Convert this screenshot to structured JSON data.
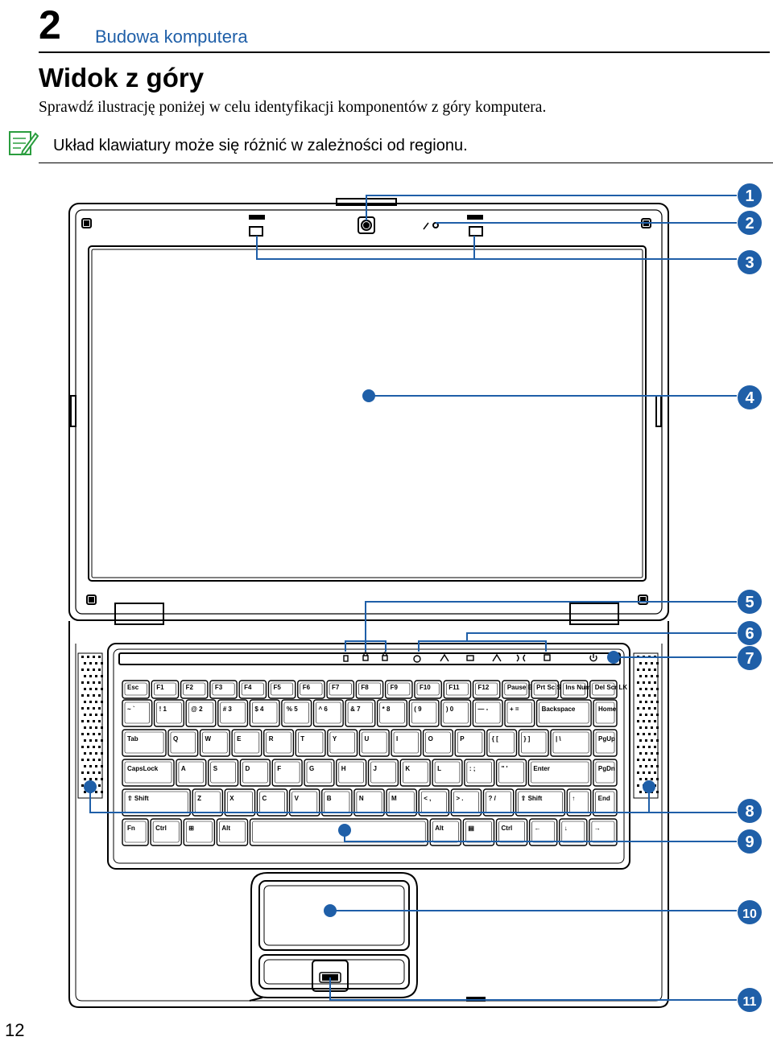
{
  "header": {
    "chapter_number": "2",
    "chapter_title": "Budowa komputera"
  },
  "section": {
    "title": "Widok z góry",
    "intro": "Sprawdź ilustrację poniżej w celu identyfikacji komponentów z góry komputera."
  },
  "note": {
    "icon": "pencil-note-icon",
    "text": "Układ klawiatury może się różnić w zależności od regionu."
  },
  "callouts": [
    "1",
    "2",
    "3",
    "4",
    "5",
    "6",
    "7",
    "8",
    "9",
    "10",
    "11"
  ],
  "keyboard": {
    "fn_row": [
      "Esc",
      "F1",
      "F2",
      "F3",
      "F4",
      "F5",
      "F6",
      "F7",
      "F8",
      "F9",
      "F10",
      "F11",
      "F12",
      "Pause Break",
      "Prt Sc Sys Rq",
      "Ins Num LK",
      "Del Scr LK"
    ],
    "number_row": [
      "~ `",
      "! 1",
      "@ 2",
      "# 3",
      "$ 4",
      "% 5",
      "^ 6",
      "& 7",
      "* 8",
      "( 9",
      ") 0",
      "— -",
      "+ =",
      "Backspace",
      "Home"
    ],
    "top_row": [
      "Tab",
      "Q",
      "W",
      "E",
      "R",
      "T",
      "Y",
      "U",
      "I",
      "O",
      "P",
      "{ [",
      "} ]",
      "| \\",
      "PgUp"
    ],
    "home_row": [
      "CapsLock",
      "A",
      "S",
      "D",
      "F",
      "G",
      "H",
      "J",
      "K",
      "L",
      ": ;",
      "\" '",
      "Enter",
      "PgDn"
    ],
    "bottom_row": [
      "⇧ Shift",
      "Z",
      "X",
      "C",
      "V",
      "B",
      "N",
      "M",
      "< ,",
      "> .",
      "? /",
      "⇧ Shift",
      "↑",
      "End"
    ],
    "space_row": [
      "Fn",
      "Ctrl",
      "⊞",
      "Alt",
      "",
      "Alt",
      "▤",
      "Ctrl",
      "←",
      "↓",
      "→"
    ]
  },
  "page_number": "12",
  "colors": {
    "accent": "#1f5fa8",
    "text": "#000000"
  }
}
